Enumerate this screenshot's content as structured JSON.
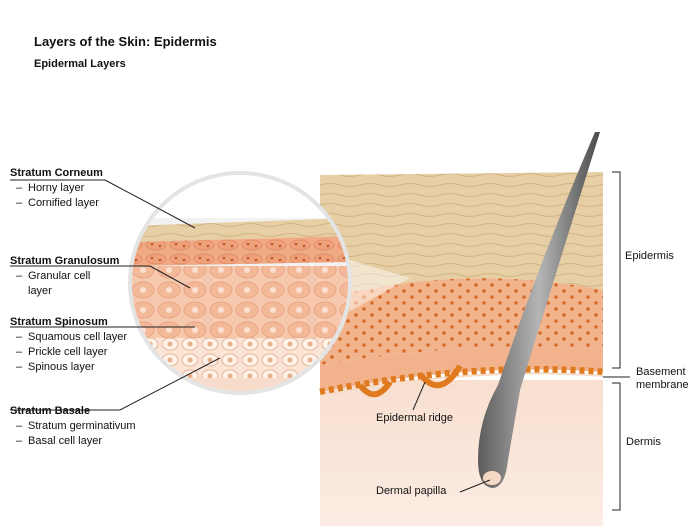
{
  "title": "Layers of the Skin: Epidermis",
  "subtitle": "Epidermal Layers",
  "layers": [
    {
      "name": "Stratum Corneum",
      "subs": [
        "Horny layer",
        "Cornified layer"
      ]
    },
    {
      "name": "Stratum Granulosum",
      "subs": [
        "Granular cell",
        "layer"
      ]
    },
    {
      "name": "Stratum Spinosum",
      "subs": [
        "Squamous cell layer",
        "Prickle cell layer",
        "Spinous layer"
      ]
    },
    {
      "name": "Stratum Basale",
      "subs": [
        "Stratum germinativum",
        "Basal cell layer"
      ]
    }
  ],
  "callouts": {
    "epidermis": "Epidermis",
    "basement_membrane_line1": "Basement",
    "basement_membrane_line2": "membrane",
    "dermis": "Dermis",
    "epidermal_ridge": "Epidermal ridge",
    "dermal_papilla": "Dermal papilla"
  },
  "colors": {
    "corneum": "#e7cfa6",
    "granulosum": "#f0b08c",
    "spinosum": "#f6c9ae",
    "basal": "#e8902c",
    "dermis": "#fbe6da",
    "hair": "#8a8a8a"
  }
}
